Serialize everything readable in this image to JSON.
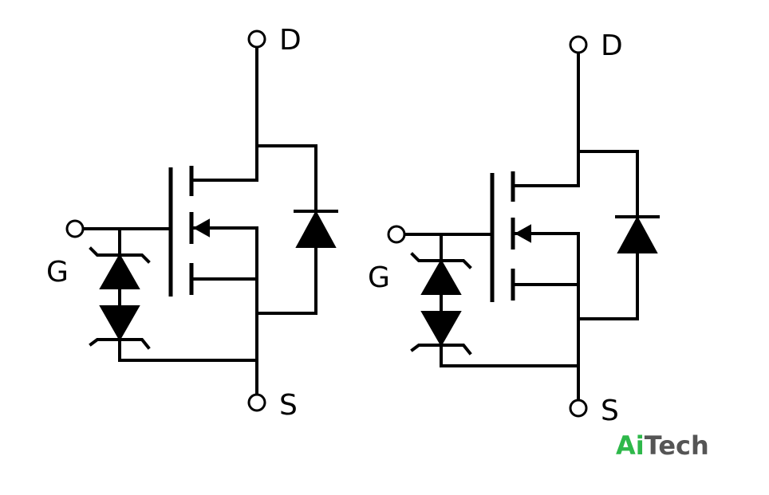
{
  "symbols": [
    {
      "drain_label": "D",
      "gate_label": "G",
      "source_label": "S"
    },
    {
      "drain_label": "D",
      "gate_label": "G",
      "source_label": "S"
    }
  ],
  "watermark": {
    "part1": "Ai",
    "part2": "Tech",
    "color1": "#2eb84a",
    "color2": "#555555"
  }
}
